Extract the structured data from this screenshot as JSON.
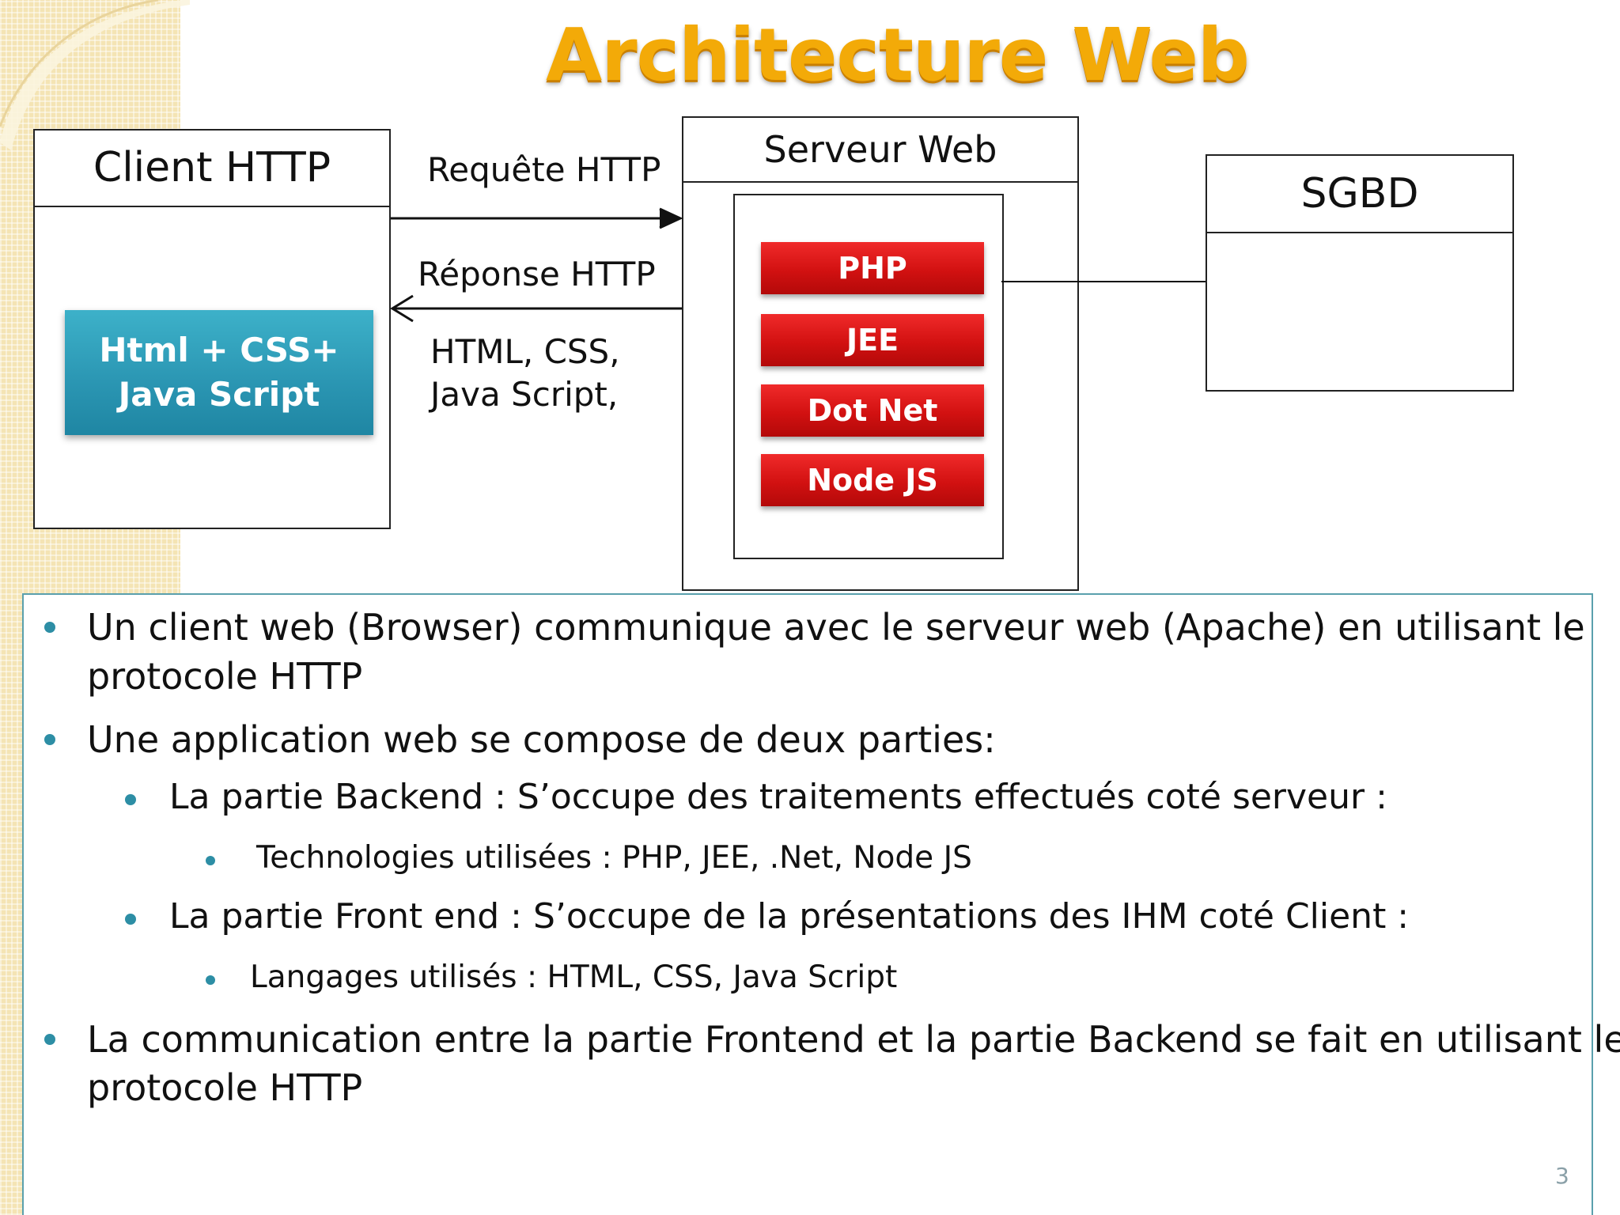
{
  "title": "Architecture Web",
  "diagram": {
    "client": {
      "label": "Client HTTP",
      "frontend_line1": "Html + CSS+",
      "frontend_line2": "Java Script"
    },
    "request_label": "Requête HTTP",
    "response_label": "Réponse HTTP",
    "response_content_line1": "HTML, CSS,",
    "response_content_line2": "Java Script,",
    "server": {
      "label": "Serveur Web",
      "technologies": [
        "PHP",
        "JEE",
        "Dot Net",
        "Node JS"
      ]
    },
    "sgbd": {
      "label": "SGBD"
    }
  },
  "bullets": {
    "b1_line1": "Un client web (Browser) communique avec le serveur web (Apache) en utilisant le",
    "b1_line2": "protocole HTTP",
    "b2": "Une application web se compose de deux parties:",
    "b2_1": "La partie Backend : S’occupe des traitements effectués coté serveur :",
    "b2_1_1": "Technologies utilisées : PHP,  JEE,  .Net,  Node JS",
    "b2_2": "La partie Front end : S’occupe de la présentations des IHM coté Client :",
    "b2_2_1": "Langages utilisés : HTML,  CSS,  Java Script",
    "b3_line1": "La communication entre la partie Frontend et la partie Backend se fait en utilisant le",
    "b3_line2": "protocole HTTP"
  },
  "page_number": "3",
  "colors": {
    "title": "#f3aa08",
    "frontend_card": "#2a95b2",
    "tech_button": "#d21111",
    "bullet": "#2d8ea5",
    "text_border": "#5aa0ad",
    "pattern": "#f4e4b4"
  }
}
